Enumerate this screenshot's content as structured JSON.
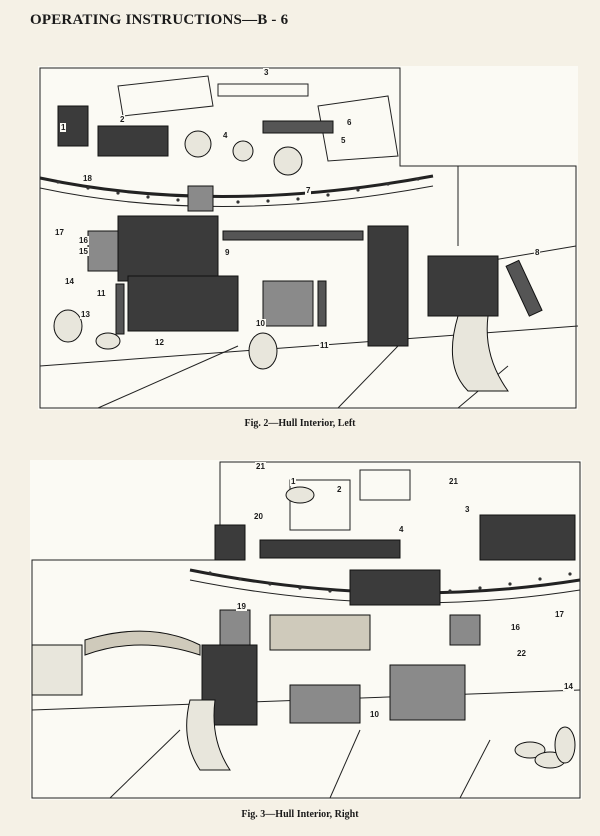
{
  "header": {
    "title": "OPERATING INSTRUCTIONS—B - 6"
  },
  "figures": [
    {
      "caption": "Fig. 2—Hull Interior, Left",
      "callouts": [
        "1",
        "2",
        "3",
        "4",
        "5",
        "6",
        "7",
        "8",
        "9",
        "10",
        "11",
        "11",
        "12",
        "13",
        "14",
        "15",
        "16",
        "17",
        "18"
      ]
    },
    {
      "caption": "Fig. 3—Hull Interior, Right",
      "callouts": [
        "1",
        "2",
        "3",
        "4",
        "10",
        "14",
        "16",
        "17",
        "19",
        "20",
        "21",
        "21",
        "22"
      ]
    }
  ]
}
